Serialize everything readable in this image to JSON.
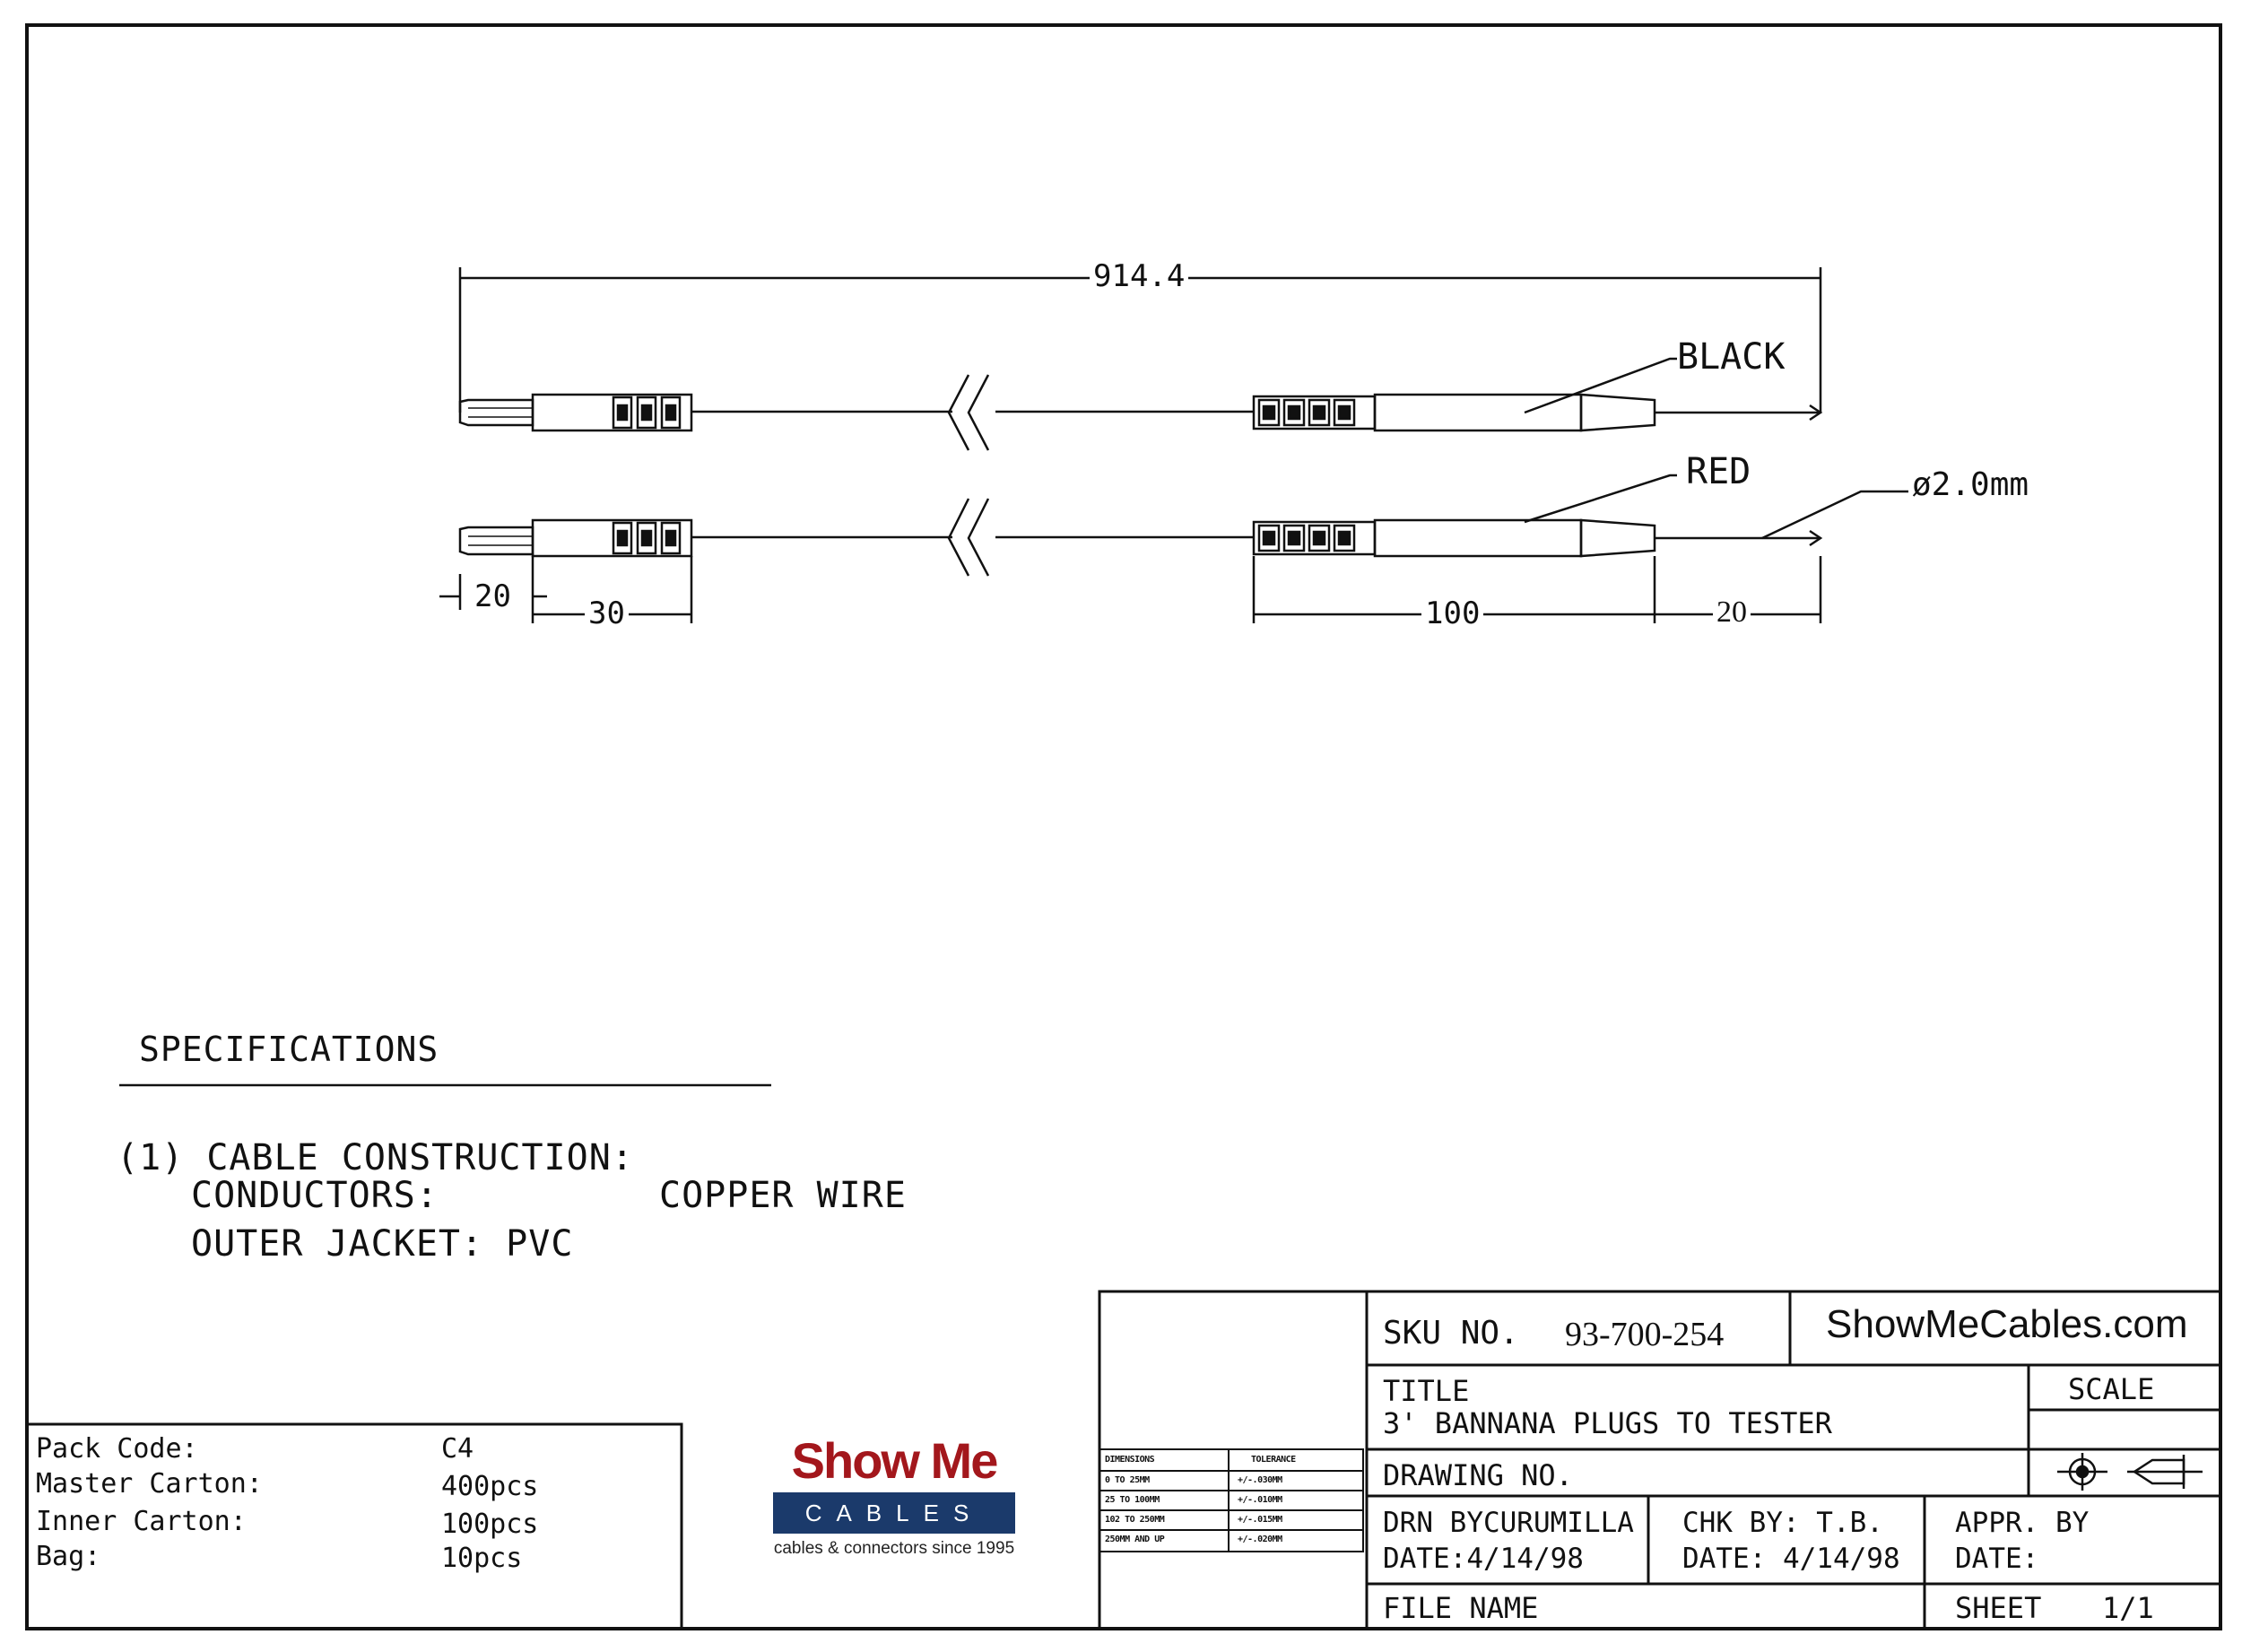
{
  "dimensions": {
    "overall_length": "914.4",
    "tip": "20",
    "plug_body": "30",
    "probe_body": "100",
    "probe_tip": "20",
    "diameter": "ø2.0mm"
  },
  "wire_labels": {
    "black": "BLACK",
    "red": "RED"
  },
  "specifications": {
    "heading": "SPECIFICATIONS",
    "item1": "(1) CABLE CONSTRUCTION:",
    "conductors_label": "CONDUCTORS:",
    "conductors_value": "COPPER WIRE",
    "jacket": "OUTER JACKET: PVC"
  },
  "packing": {
    "pack_code_label": "Pack Code:",
    "pack_code_value": "C4",
    "master_label": "Master Carton:",
    "master_value": "400pcs",
    "inner_label": "Inner Carton:",
    "inner_value": "100pcs",
    "bag_label": "Bag:",
    "bag_value": "10pcs"
  },
  "logo": {
    "brand_top": "Show Me",
    "brand_band": "CABLES",
    "tagline": "cables & connectors since 1995"
  },
  "tolerance_table": {
    "header": [
      "DIMENSIONS",
      "TOLERANCE"
    ],
    "rows": [
      [
        "0 TO 25MM",
        "+/-.030MM"
      ],
      [
        "25 TO 100MM",
        "+/-.010MM"
      ],
      [
        "102 TO 250MM",
        "+/-.015MM"
      ],
      [
        "250MM AND UP",
        "+/-.020MM"
      ]
    ]
  },
  "title_block": {
    "sku_label": "SKU NO.",
    "sku_value": "93-700-254",
    "website": "ShowMeCables.com",
    "title_label": "TITLE",
    "title_value": "3' BANNANA PLUGS TO TESTER",
    "scale_label": "SCALE",
    "drawing_no_label": "DRAWING NO.",
    "drawn_by": "DRN BYCURUMILLA",
    "drawn_date": "DATE:4/14/98",
    "checked_by": "CHK BY: T.B.",
    "checked_date": "DATE: 4/14/98",
    "approved_by": "APPR. BY",
    "approved_date": "DATE:",
    "file_name_label": "FILE NAME",
    "sheet_label": "SHEET",
    "sheet_value": "1/1"
  }
}
